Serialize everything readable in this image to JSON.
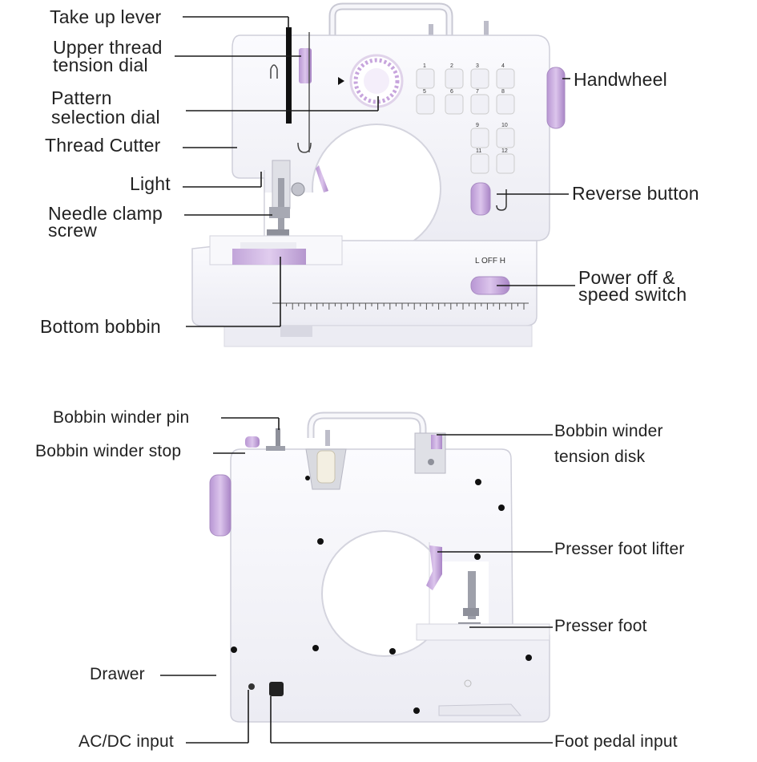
{
  "front_view": {
    "labels": {
      "take_up_lever": "Take up lever",
      "upper_thread_tension_dial": "Upper thread\ntension dial",
      "pattern_selection_dial": "Pattern\nselection dial",
      "thread_cutter": "Thread Cutter",
      "light": "Light",
      "needle_clamp_screw": "Needle clamp\nscrew",
      "bottom_bobbin": "Bottom bobbin",
      "handwheel": "Handwheel",
      "reverse_button": "Reverse button",
      "power_speed_switch": "Power off &\nspeed switch"
    },
    "speed_switch_text": "L  OFF  H",
    "stitch_numbers": [
      "1",
      "2",
      "3",
      "4",
      "5",
      "6",
      "7",
      "8",
      "9",
      "10",
      "11",
      "12"
    ]
  },
  "back_view": {
    "labels": {
      "bobbin_winder_pin": "Bobbin winder pin",
      "bobbin_winder_stop": "Bobbin winder stop",
      "drawer": "Drawer",
      "ac_dc_input": "AC/DC input",
      "bobbin_winder_tension_disk": "Bobbin winder\ntension disk",
      "presser_foot_lifter": "Presser foot lifter",
      "presser_foot": "Presser foot",
      "foot_pedal_input": "Foot pedal input"
    }
  },
  "colors": {
    "body": "#f4f4f9",
    "body_shade": "#e3e3ec",
    "outline": "#c9c9d4",
    "accent_lilac": "#c8a9dd",
    "accent_dark": "#a985c6",
    "leader_line": "#1a1a1a",
    "label_text": "#222222"
  }
}
